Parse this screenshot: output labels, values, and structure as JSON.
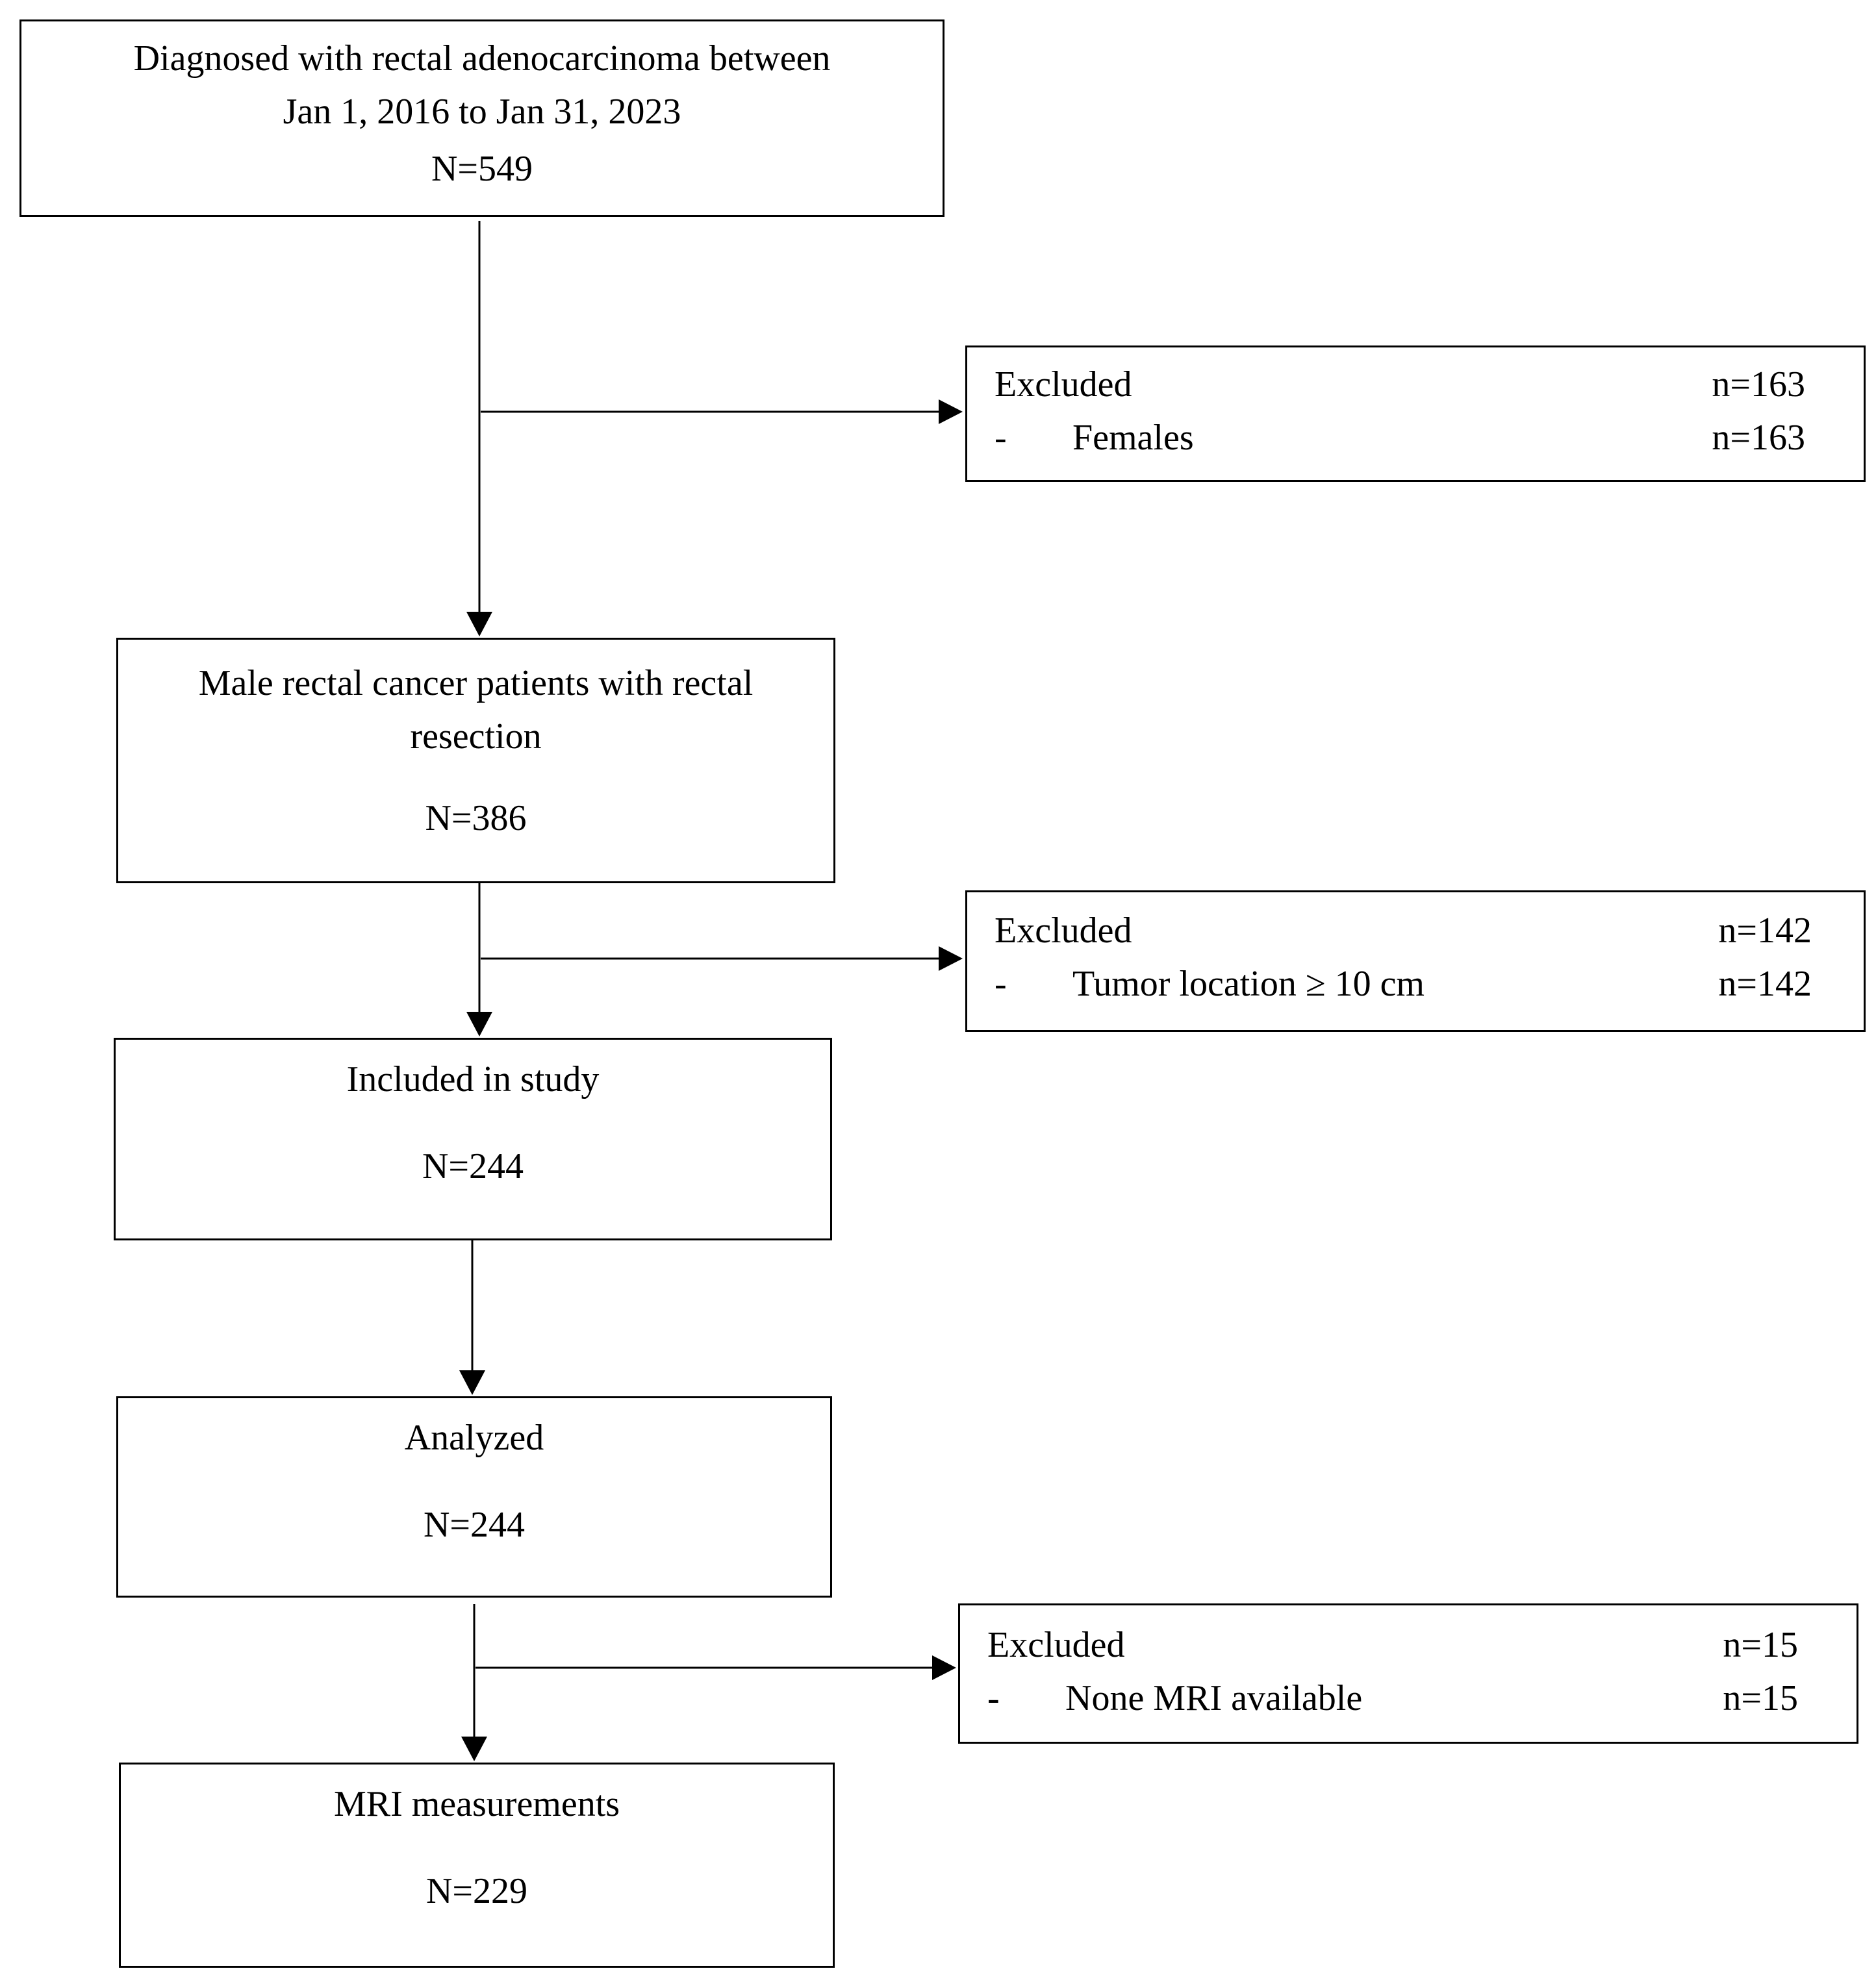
{
  "flow": {
    "diagnosed": {
      "line1": "Diagnosed with rectal adenocarcinoma between",
      "line2": "Jan 1, 2016 to Jan 31, 2023",
      "count": "N=549"
    },
    "male_patients": {
      "line1": "Male rectal cancer patients with rectal",
      "line2": "resection",
      "count": "N=386"
    },
    "included": {
      "title": "Included in study",
      "count": "N=244"
    },
    "analyzed": {
      "title": "Analyzed",
      "count": "N=244"
    },
    "mri": {
      "title": "MRI measurements",
      "count": "N=229"
    }
  },
  "exclusions": [
    {
      "heading": "Excluded",
      "heading_n": "n=163",
      "dash": "-",
      "reason": "Females",
      "reason_n": "n=163"
    },
    {
      "heading": "Excluded",
      "heading_n": "n=142",
      "dash": "-",
      "reason": "Tumor location ≥ 10 cm",
      "reason_n": "n=142"
    },
    {
      "heading": "Excluded",
      "heading_n": "n=15",
      "dash": "-",
      "reason": "None MRI available",
      "reason_n": "n=15"
    }
  ],
  "style": {
    "line_color": "#000000",
    "background": "#ffffff"
  }
}
